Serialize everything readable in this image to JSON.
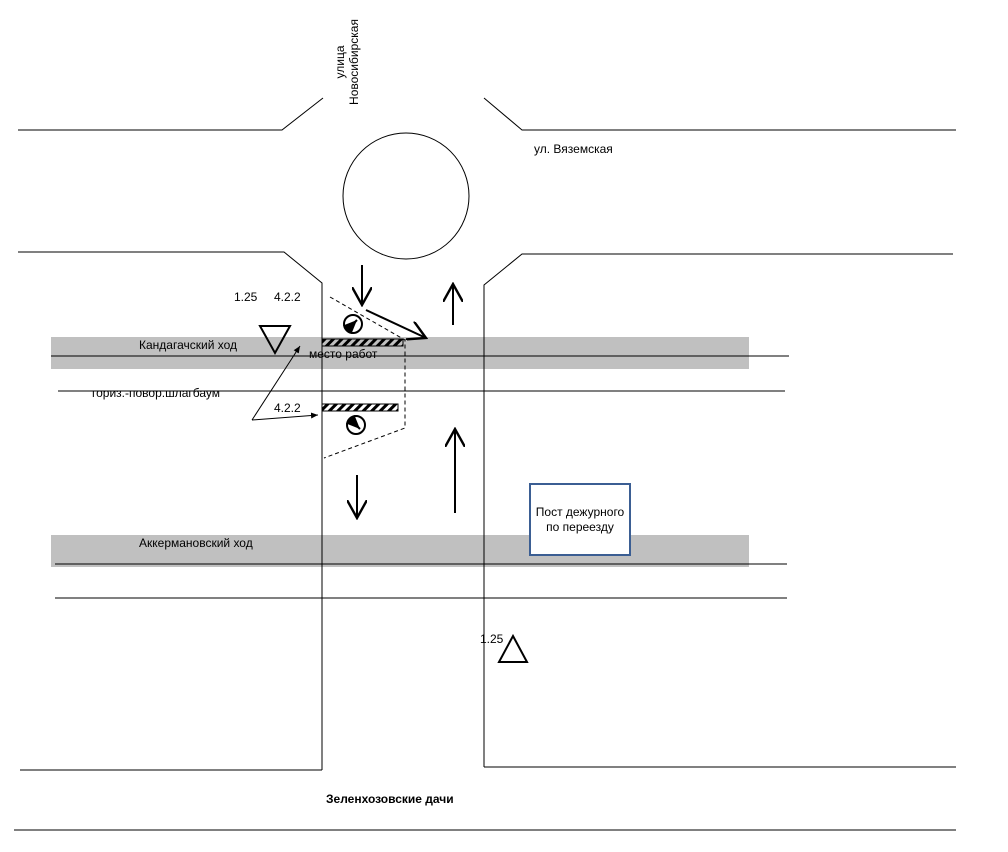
{
  "labels": {
    "street_north": "улица Новосибирская",
    "street_east": "ул. Вяземская",
    "crossing_1": "Кандагачский ход",
    "crossing_2": "Аккермановский ход",
    "sign_1_25_top": "1.25",
    "sign_4_2_2_top": "4.2.2",
    "sign_4_2_2_bottom": "4.2.2",
    "sign_1_25_bottom": "1.25",
    "work_site": "место работ",
    "barrier": "гориз.-повор.шлагбаум",
    "post": "Пост дежурного по переезду",
    "south": "Зеленхозовские дачи"
  },
  "colors": {
    "band": "#c0c0c0",
    "post_border": "#3b5e93"
  }
}
